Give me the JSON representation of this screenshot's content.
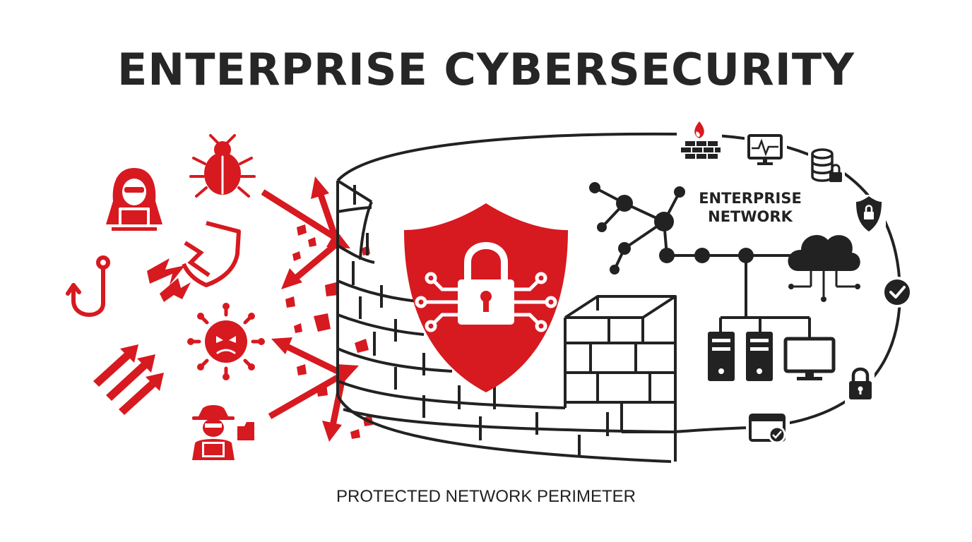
{
  "title": "ENTERPRISE CYBERSECURITY",
  "footer": "PROTECTED NETWORK PERIMETER",
  "network_label_line1": "ENTERPRISE",
  "network_label_line2": "NETWORK",
  "colors": {
    "accent": "#d71920",
    "ink": "#222222",
    "background": "#ffffff"
  },
  "threat_icons": [
    "hacker-icon",
    "bug-icon",
    "phishing-hook-icon",
    "broken-shield-icon",
    "virus-icon",
    "attack-arrows-icon",
    "spy-icon"
  ],
  "perimeter_icons": [
    "firewall-icon",
    "monitor-icon",
    "database-lock-icon",
    "shield-lock-icon",
    "checkmark-icon",
    "padlock-icon",
    "secure-window-icon"
  ],
  "central_icon": "shield-padlock-icon"
}
